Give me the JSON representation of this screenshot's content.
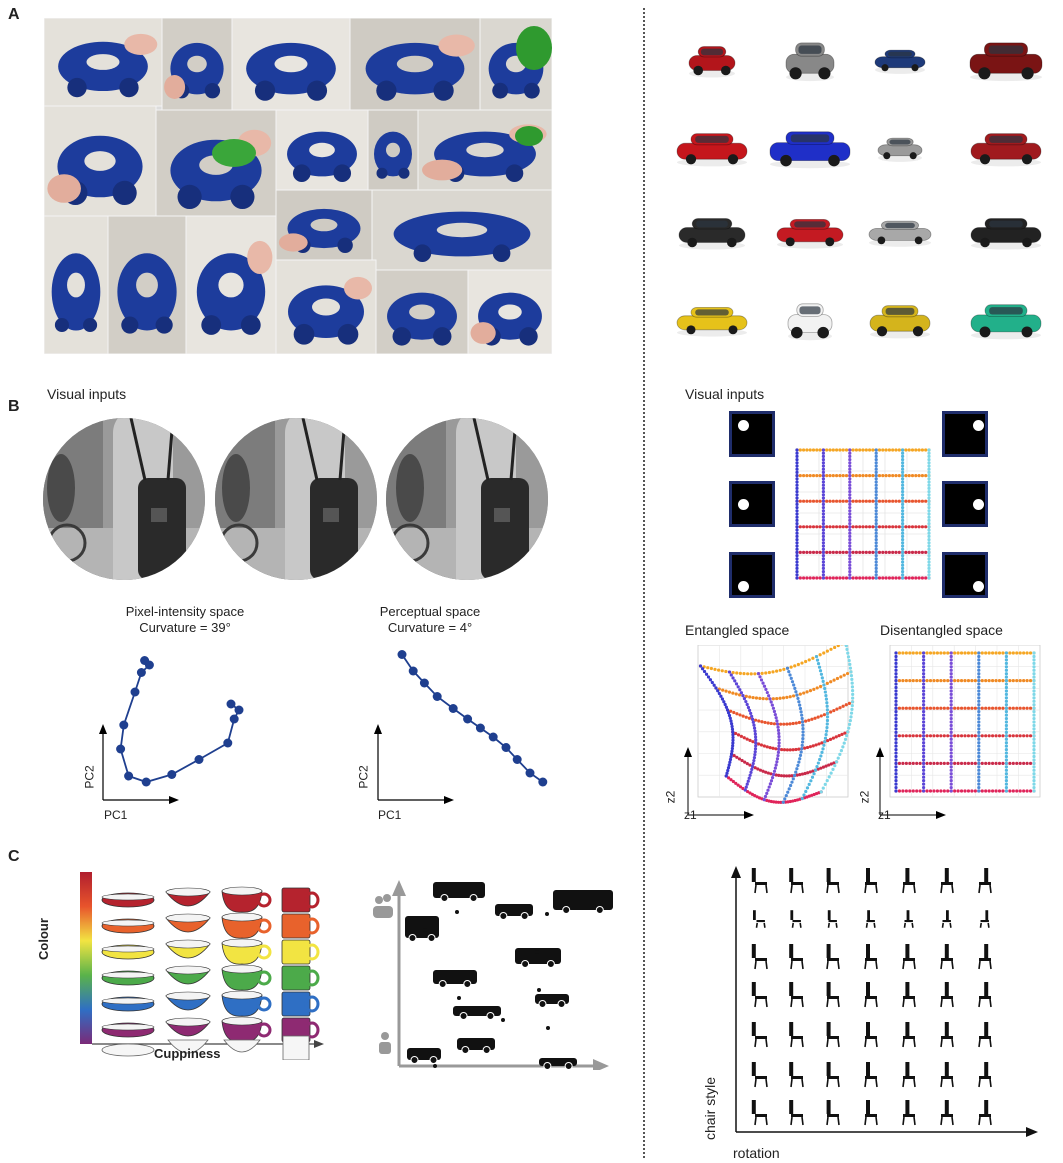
{
  "panels": {
    "a": {
      "letter": "A"
    },
    "b": {
      "letter": "B",
      "left_title": "Visual inputs",
      "right_title": "Visual inputs",
      "pixel_space_title": "Pixel-intensity space",
      "pixel_space_curvature": "Curvature = 39°",
      "perceptual_space_title": "Perceptual space",
      "perceptual_space_curvature": "Curvature = 4°",
      "pc1": "PC1",
      "pc2": "PC2",
      "entangled_title": "Entangled space",
      "disentangled_title": "Disentangled space",
      "z1": "z1",
      "z2": "z2"
    },
    "c": {
      "letter": "C",
      "colour_label": "Colour",
      "cuppiness_label": "Cuppiness",
      "chair_style_label": "chair style",
      "rotation_label": "rotation"
    }
  },
  "colors": {
    "toy_blue": "#1d3c9c",
    "trajectory_blue": "#1f3f8f",
    "cup_rows": [
      "#b5232e",
      "#e8622c",
      "#f2e442",
      "#4caa4a",
      "#2f6fc4",
      "#8e2a72"
    ],
    "grid_rows": [
      "#f5a623",
      "#f08a24",
      "#e8552e",
      "#d8343c",
      "#c92a4a",
      "#e0245a"
    ],
    "grid_cols": [
      "#3a3ad0",
      "#5c46d8",
      "#7a4ed8",
      "#4d8ad8",
      "#53b8e0",
      "#7fd8e8"
    ],
    "car_colors": [
      "#b3151b",
      "#888888",
      "#1e3a7a",
      "#7a1414",
      "#c5161c",
      "#1f2fc8",
      "#9a9a9a",
      "#a01a1e",
      "#2a2a2a",
      "#c41a22",
      "#a8a8a8",
      "#222222",
      "#e6c21a",
      "#f2f2f2",
      "#d4b41c",
      "#22b08a"
    ]
  },
  "chart_data": [
    {
      "type": "line",
      "title": "Pixel-intensity space",
      "subtitle": "Curvature = 39°",
      "xlabel": "PC1",
      "ylabel": "PC2",
      "points": [
        [
          2.6,
          9.3
        ],
        [
          2.9,
          9.0
        ],
        [
          2.4,
          8.5
        ],
        [
          2.0,
          7.2
        ],
        [
          1.3,
          5.0
        ],
        [
          1.1,
          3.4
        ],
        [
          1.6,
          1.6
        ],
        [
          2.7,
          1.2
        ],
        [
          4.3,
          1.7
        ],
        [
          6.0,
          2.7
        ],
        [
          7.8,
          3.8
        ],
        [
          8.2,
          5.4
        ],
        [
          8.5,
          6.0
        ],
        [
          8.0,
          6.4
        ]
      ]
    },
    {
      "type": "line",
      "title": "Perceptual space",
      "subtitle": "Curvature = 4°",
      "xlabel": "PC1",
      "ylabel": "PC2",
      "points": [
        [
          1.5,
          9.7
        ],
        [
          2.2,
          8.6
        ],
        [
          2.9,
          7.8
        ],
        [
          3.7,
          6.9
        ],
        [
          4.7,
          6.1
        ],
        [
          5.6,
          5.4
        ],
        [
          6.4,
          4.8
        ],
        [
          7.2,
          4.2
        ],
        [
          8.0,
          3.5
        ],
        [
          8.7,
          2.7
        ],
        [
          9.5,
          1.8
        ],
        [
          10.3,
          1.2
        ]
      ]
    }
  ]
}
